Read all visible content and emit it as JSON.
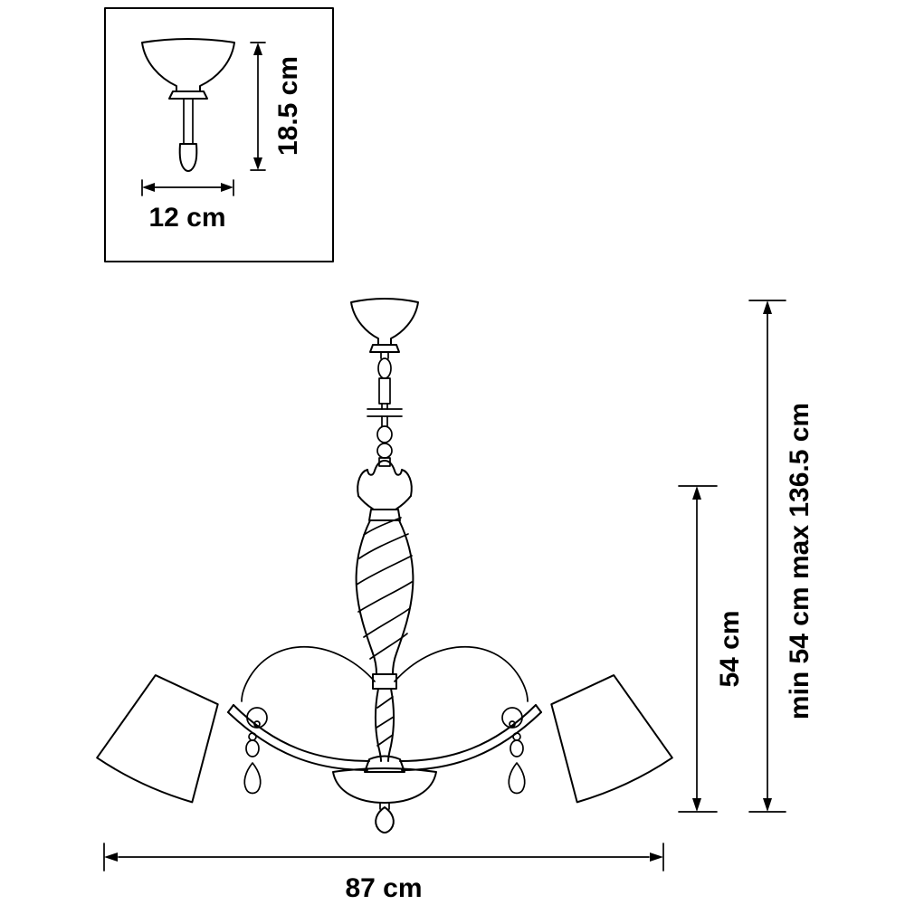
{
  "page": {
    "background_color": "#ffffff",
    "line_color": "#000000"
  },
  "inset": {
    "height_label": "18.5 cm",
    "width_label": "12 cm"
  },
  "chandelier": {
    "inner_height_label": "54 cm",
    "overall_height_label": "min 54 cm max 136.5 cm",
    "width_label": "87 cm"
  }
}
